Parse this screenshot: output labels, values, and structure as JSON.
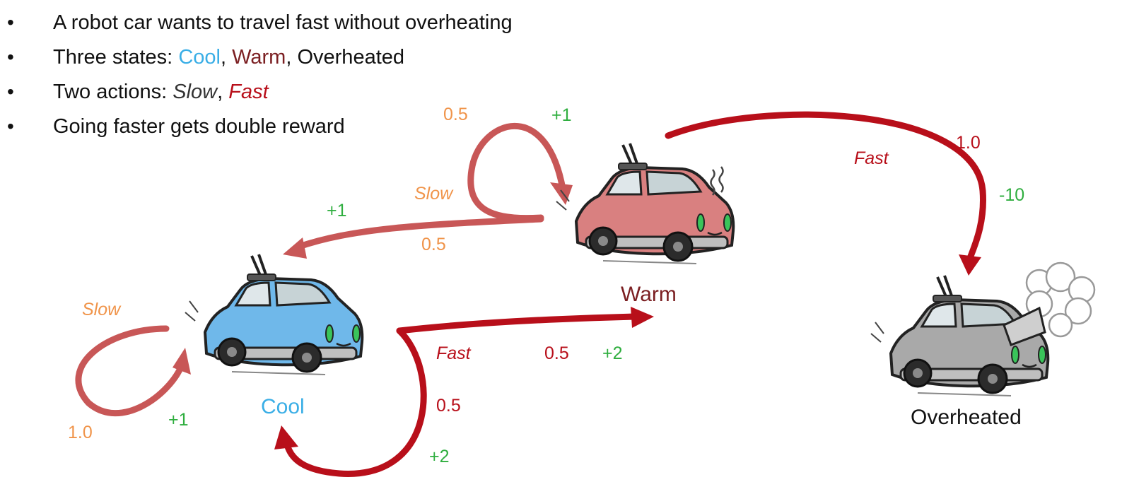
{
  "bullets": [
    {
      "text": "A robot car wants to travel fast without overheating"
    },
    {
      "prefix": "Three states: ",
      "cool": "Cool",
      "sep1": ", ",
      "warm": "Warm",
      "sep2": ", ",
      "overheated": "Overheated"
    },
    {
      "prefix": "Two actions: ",
      "slow": "Slow",
      "sep": ", ",
      "fast": "Fast"
    },
    {
      "text": "Going faster gets double reward"
    }
  ],
  "states": {
    "cool": "Cool",
    "warm": "Warm",
    "overheated": "Overheated"
  },
  "transitions": {
    "cool_slow": {
      "action": "Slow",
      "prob": "1.0",
      "reward": "+1"
    },
    "cool_fast_self": {
      "prob": "0.5",
      "reward": "+2"
    },
    "cool_fast_warm": {
      "action": "Fast",
      "prob": "0.5",
      "reward": "+2"
    },
    "warm_slow_self": {
      "prob": "0.5",
      "reward": "+1"
    },
    "warm_slow_cool": {
      "action": "Slow",
      "prob": "0.5",
      "reward": "+1"
    },
    "warm_fast_over": {
      "action": "Fast",
      "prob": "1.0",
      "reward": "-10"
    }
  },
  "colors": {
    "cool": "#3aaee6",
    "warm": "#7b1f22",
    "slow_arrow": "#c85757",
    "fast_arrow": "#b80f1a",
    "prob": "#f0944a",
    "reward": "#2fae3f"
  },
  "icons": [
    "cool-car-icon",
    "warm-car-icon",
    "overheated-car-icon"
  ]
}
